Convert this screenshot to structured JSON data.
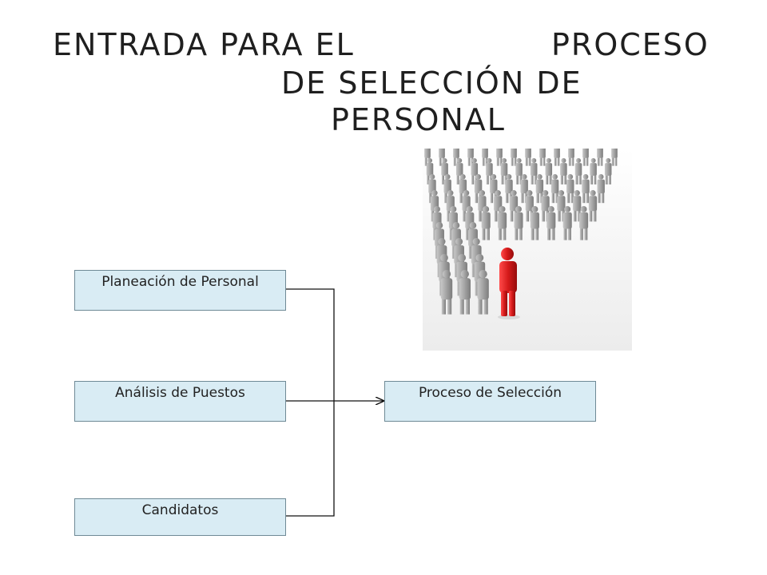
{
  "title": {
    "line1_left": "ENTRADA PARA EL",
    "line1_right": "PROCESO",
    "line2": "DE SELECCIÓN DE",
    "line3": "PERSONAL"
  },
  "inputs": [
    {
      "label": "Planeación de Personal"
    },
    {
      "label": "Análisis de Puestos"
    },
    {
      "label": "Candidatos"
    }
  ],
  "output": {
    "label": "Proceso de Selección"
  },
  "colors": {
    "box_fill": "#d9ecf4",
    "box_border": "#6f8a96",
    "connector": "#111111",
    "crowd_figure": "#9a9a9a",
    "highlight_figure": "#d01818"
  },
  "image": {
    "icon": "crowd-with-red-figure-icon"
  }
}
